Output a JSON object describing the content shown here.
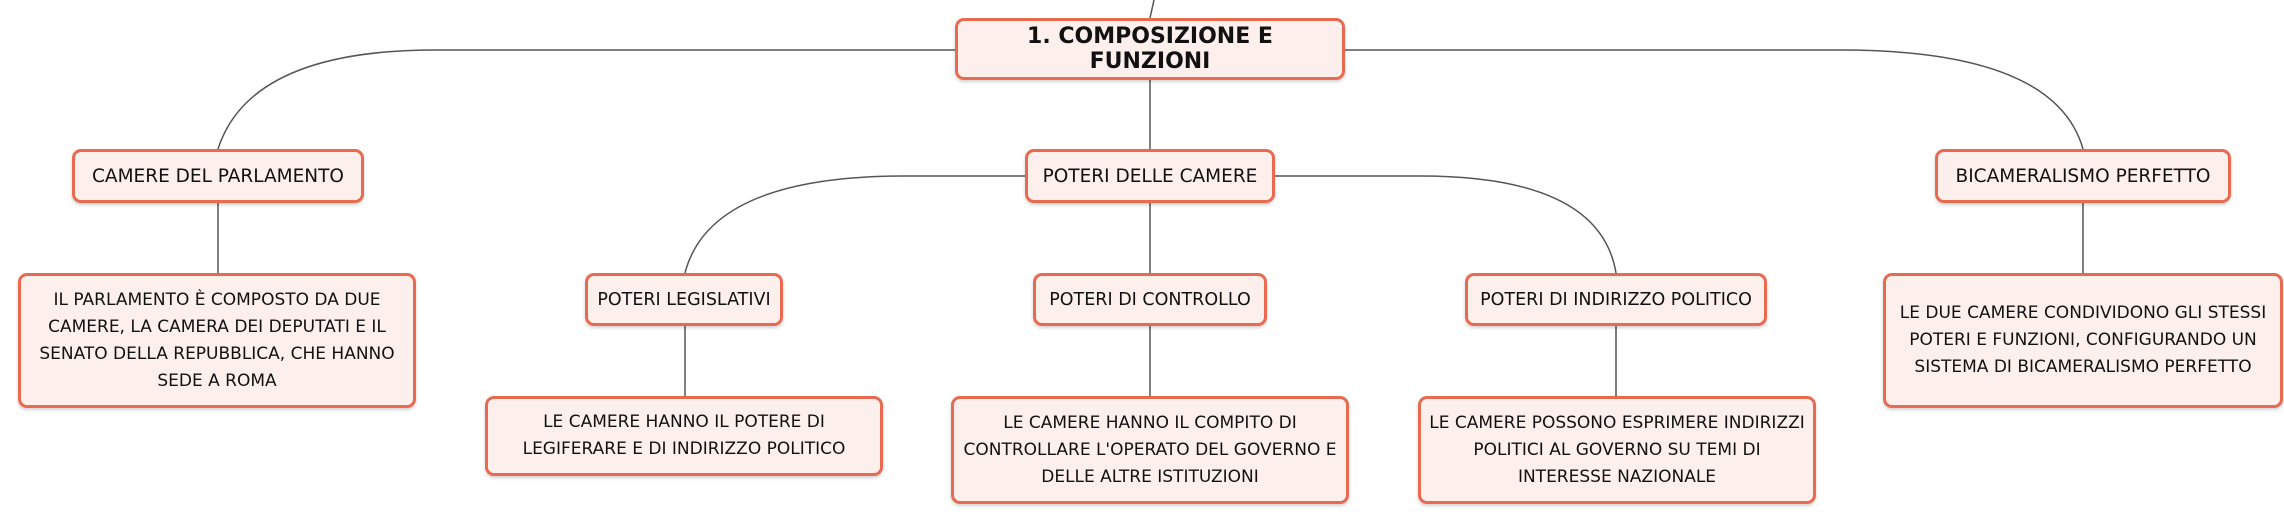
{
  "root": {
    "label": "1. COMPOSIZIONE E FUNZIONI"
  },
  "branches": {
    "camere": {
      "label": "CAMERE DEL PARLAMENTO",
      "note": "IL PARLAMENTO È COMPOSTO DA DUE CAMERE, LA CAMERA DEI DEPUTATI E IL SENATO DELLA REPUBBLICA, CHE HANNO SEDE A ROMA"
    },
    "poteri": {
      "label": "POTERI DELLE CAMERE",
      "children": {
        "legislativi": {
          "label": "POTERI LEGISLATIVI",
          "note": "LE CAMERE HANNO IL POTERE DI LEGIFERARE E DI INDIRIZZO POLITICO"
        },
        "controllo": {
          "label": "POTERI DI CONTROLLO",
          "note": "LE CAMERE HANNO IL COMPITO DI CONTROLLARE L'OPERATO DEL GOVERNO E DELLE ALTRE ISTITUZIONI"
        },
        "indirizzo": {
          "label": "POTERI DI INDIRIZZO POLITICO",
          "note": "LE CAMERE POSSONO ESPRIMERE INDIRIZZI POLITICI AL GOVERNO SU TEMI DI INTERESSE NAZIONALE"
        }
      }
    },
    "bicameralismo": {
      "label": "BICAMERALISMO PERFETTO",
      "note": "LE DUE CAMERE CONDIVIDONO GLI STESSI POTERI E FUNZIONI, CONFIGURANDO UN SISTEMA DI BICAMERALISMO PERFETTO"
    }
  },
  "colors": {
    "node_border": "#e86a50",
    "node_fill": "#fdf0ec",
    "connector": "#555555",
    "text": "#111111"
  }
}
